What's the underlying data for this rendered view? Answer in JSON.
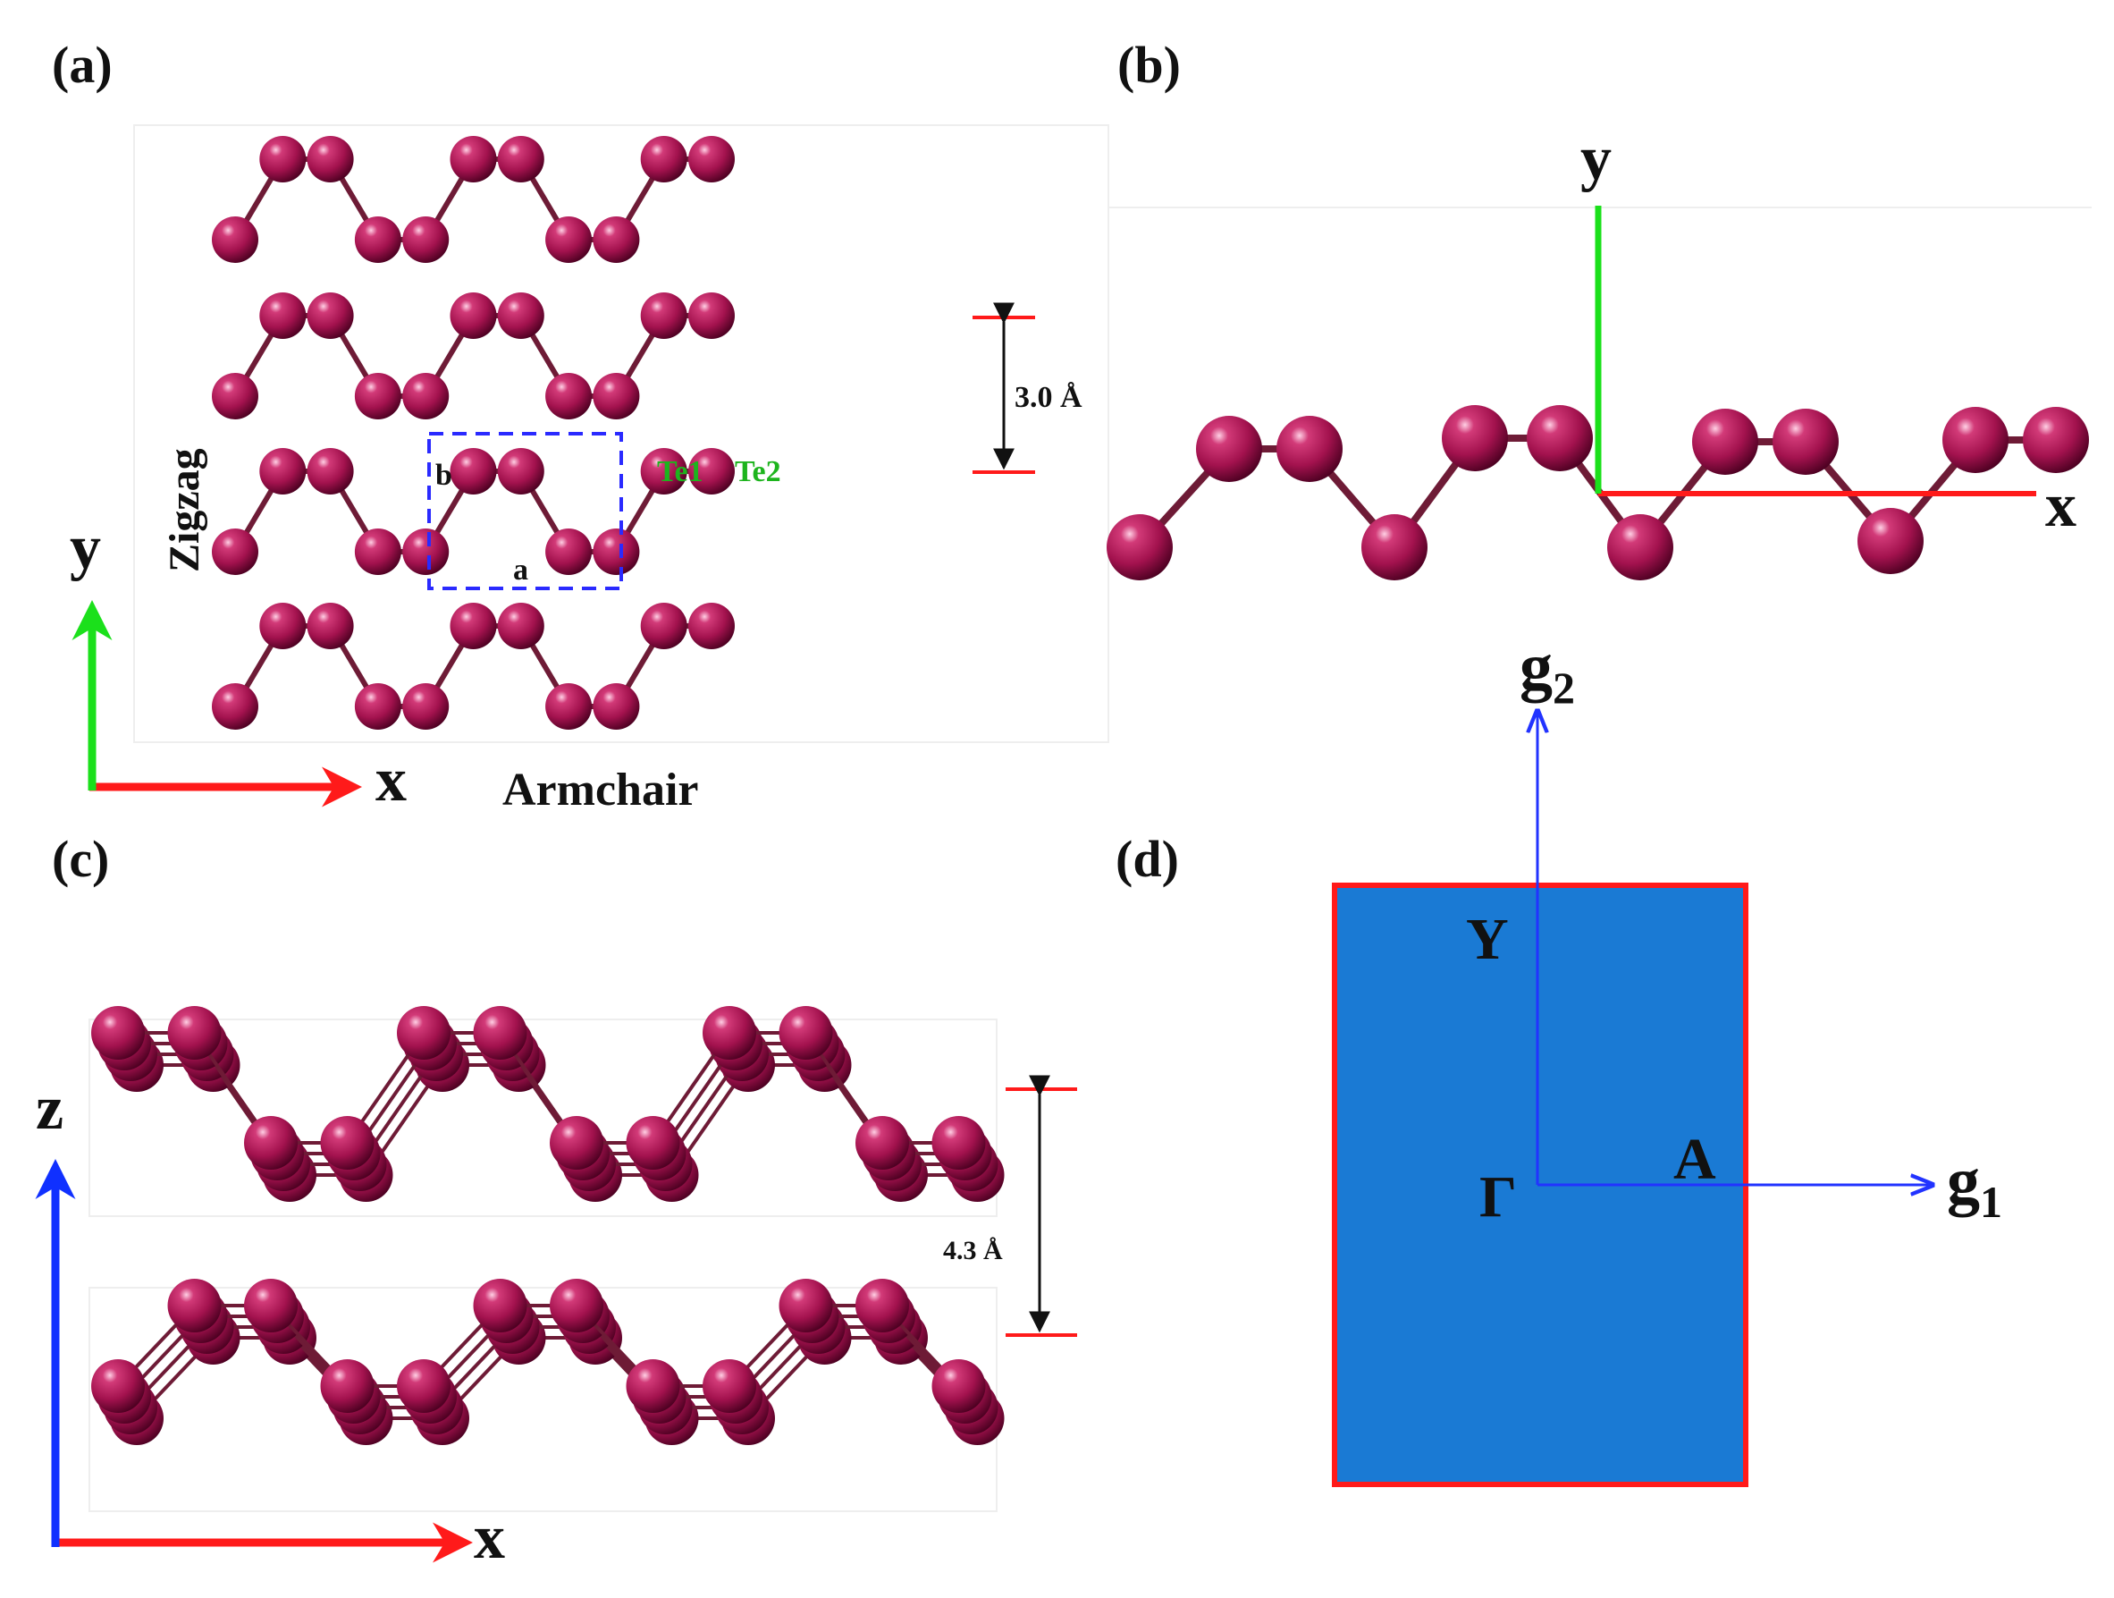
{
  "panels": {
    "a": {
      "label": "(a)",
      "axis_y": "y",
      "axis_x": "x",
      "direction_vertical": "Zigzag",
      "direction_horizontal": "Armchair",
      "cell_a": "a",
      "cell_b": "b",
      "atom_te1": "Te1",
      "atom_te2": "Te2",
      "spacing": "3.0 Å"
    },
    "b": {
      "label": "(b)",
      "axis_y": "y",
      "axis_x": "x"
    },
    "c": {
      "label": "(c)",
      "axis_z": "z",
      "axis_x": "x",
      "spacing": "4.3 Å"
    },
    "d": {
      "label": "(d)",
      "point_y": "Y",
      "point_gamma": "Γ",
      "point_a": "A",
      "vec_g2_main": "g",
      "vec_g2_sub": "2",
      "vec_g1_main": "g",
      "vec_g1_sub": "1"
    }
  },
  "colors": {
    "atom": "#a3124e",
    "atom_dark": "#4a0020",
    "bond": "#6e1b36",
    "axis_x": "#ff1a1a",
    "axis_y": "#1be01b",
    "axis_z": "#1030ff",
    "cell_box": "#2a2aff",
    "atom_label": "#1db41d",
    "bz_fill": "#1a7ad4",
    "bz_edge": "#ff1a1a",
    "reciprocal": "#2233ff"
  }
}
